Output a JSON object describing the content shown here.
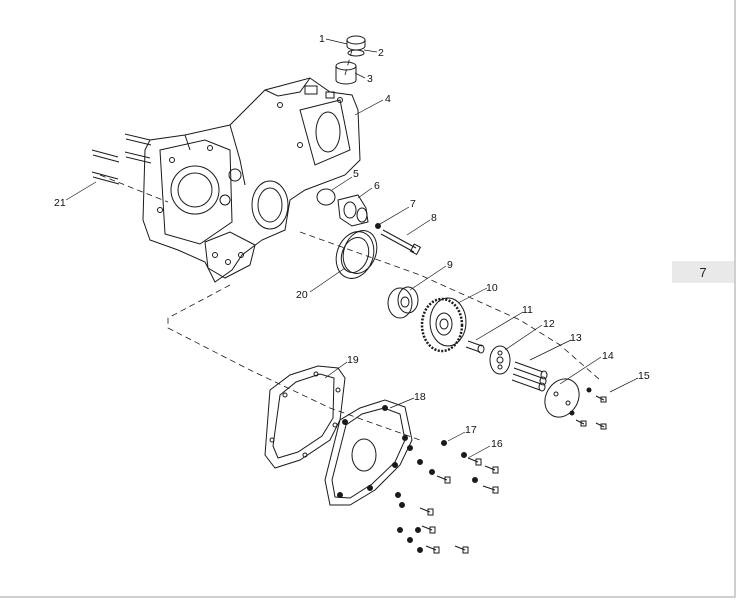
{
  "page_tab": "7",
  "callouts": [
    {
      "id": "1",
      "label": "1"
    },
    {
      "id": "2",
      "label": "2"
    },
    {
      "id": "3",
      "label": "3"
    },
    {
      "id": "4",
      "label": "4"
    },
    {
      "id": "5",
      "label": "5"
    },
    {
      "id": "6",
      "label": "6"
    },
    {
      "id": "7",
      "label": "7"
    },
    {
      "id": "8",
      "label": "8"
    },
    {
      "id": "9",
      "label": "9"
    },
    {
      "id": "10",
      "label": "10"
    },
    {
      "id": "11",
      "label": "11"
    },
    {
      "id": "12",
      "label": "12"
    },
    {
      "id": "13",
      "label": "13"
    },
    {
      "id": "14",
      "label": "14"
    },
    {
      "id": "15",
      "label": "15"
    },
    {
      "id": "16",
      "label": "16"
    },
    {
      "id": "17",
      "label": "17"
    },
    {
      "id": "18",
      "label": "18"
    },
    {
      "id": "19",
      "label": "19"
    },
    {
      "id": "20",
      "label": "20"
    },
    {
      "id": "21",
      "label": "21"
    }
  ],
  "colors": {
    "line": "#1a1a1a",
    "tab_bg": "#e9e9e9"
  }
}
